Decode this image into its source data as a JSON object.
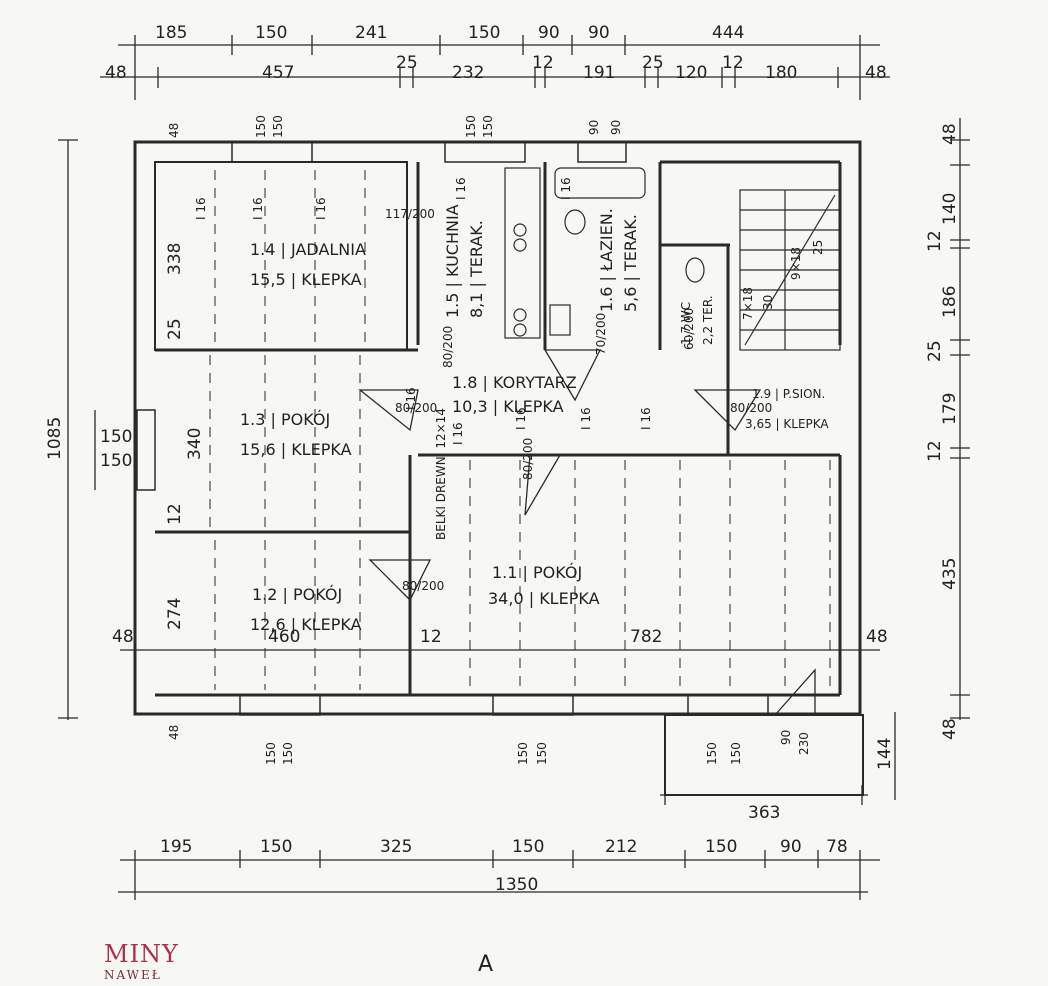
{
  "top_dims_row1": [
    "185",
    "150",
    "241",
    "150",
    "90",
    "90",
    "444"
  ],
  "top_dims_row2": [
    "48",
    "457",
    "25",
    "232",
    "12",
    "191",
    "25",
    "120",
    "12",
    "180",
    "48"
  ],
  "top_window_dims": [
    "48",
    "150",
    "150",
    "150",
    "150",
    "90",
    "90"
  ],
  "left_dims": [
    "1085",
    "338",
    "25",
    "340",
    "150",
    "150",
    "12",
    "274"
  ],
  "right_dims": [
    "48",
    "140",
    "12",
    "186",
    "25",
    "179",
    "12",
    "435",
    "48"
  ],
  "bottom_dims_row1": [
    "195",
    "150",
    "325",
    "150",
    "212",
    "150",
    "90",
    "78"
  ],
  "bottom_total": "1350",
  "balcony_dims": [
    "363",
    "144",
    "90",
    "230"
  ],
  "bottom_window_dims": [
    "48",
    "150",
    "150",
    "150",
    "150",
    "150",
    "150"
  ],
  "inner_dims": [
    "48",
    "460",
    "12",
    "782",
    "48"
  ],
  "rooms": [
    {
      "no": "1.4",
      "name": "JADALNIA",
      "area": "15,5",
      "floor": "KLEPKA"
    },
    {
      "no": "1.5",
      "name": "KUCHNIA",
      "area": "8,1",
      "floor": "TERAK."
    },
    {
      "no": "1.6",
      "name": "ŁAZIEN.",
      "area": "5,6",
      "floor": "TERAK."
    },
    {
      "no": "1.3",
      "name": "POKÓJ",
      "area": "15,6",
      "floor": "KLEPKA"
    },
    {
      "no": "1.8",
      "name": "KORYTARZ",
      "area": "10,3",
      "floor": "KLEPKA"
    },
    {
      "no": "1.9",
      "name": "P.SION.",
      "area": "3,65",
      "floor": "KLEPKA"
    },
    {
      "no": "1.2",
      "name": "POKÓJ",
      "area": "12,6",
      "floor": "KLEPKA"
    },
    {
      "no": "1.1",
      "name": "POKÓJ",
      "area": "34,0",
      "floor": "KLEPKA"
    },
    {
      "no": "1.7",
      "name": "WC",
      "area": "2,2",
      "floor": "TER."
    }
  ],
  "door_labels": [
    "117/200",
    "80/200",
    "80/200",
    "70/200",
    "60/200",
    "80/200",
    "80/200",
    "80/200"
  ],
  "beam_labels": [
    "I 16",
    "I 16",
    "I 16",
    "I 16",
    "I 16",
    "I 16",
    "I 16",
    "I 16",
    "I 16",
    "I 16"
  ],
  "note_beams": "BELKI DREWN. 12×14",
  "stairs": [
    "9×18",
    "25",
    "7×18",
    "30"
  ],
  "stamp_text": "MINY",
  "stamp_sub": "NAWEŁ",
  "section_mark": "A"
}
